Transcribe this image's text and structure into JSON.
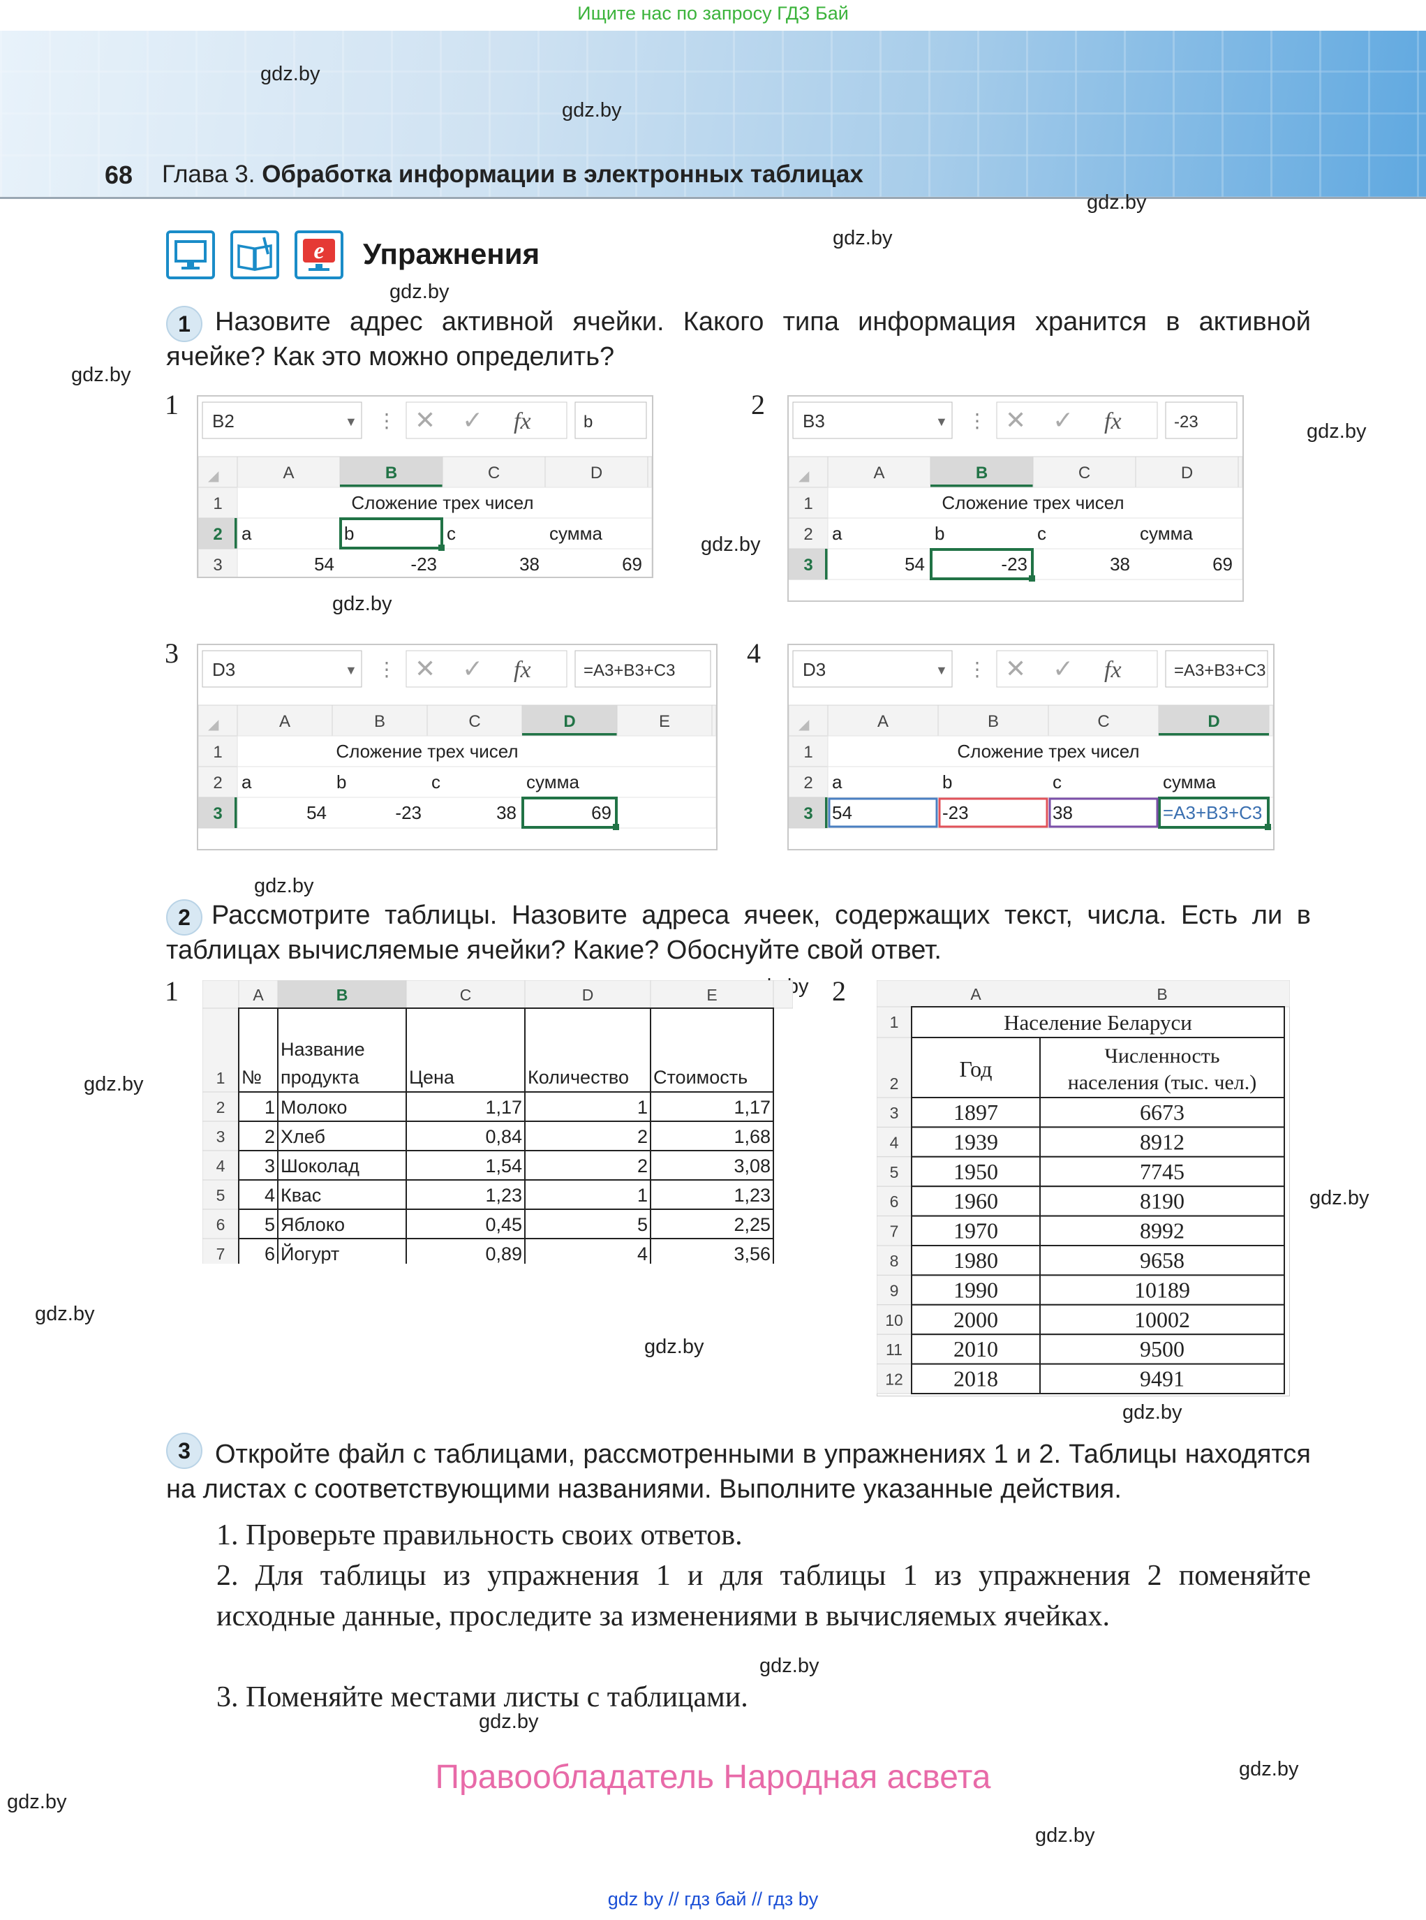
{
  "top_note": "Ищите нас по запросу ГДЗ Бай",
  "header": {
    "page_number": "68",
    "chapter_prefix": "Глава 3.",
    "chapter_title": "Обработка информации в электронных таблицах"
  },
  "watermark": "gdz.by",
  "section": {
    "title": "Упражнения",
    "icons": [
      "monitor-icon",
      "book-pen-icon",
      "e-learning-icon"
    ],
    "accent_color": "#1a8cc8"
  },
  "task1": {
    "number": "1",
    "text": "Назовите адрес активной ячейки. Какого типа информация хранится в активной ячейке? Как это можно определить?",
    "figures": [
      {
        "label": "1",
        "name_box": "B2",
        "formula": "b",
        "cols": [
          "A",
          "B",
          "C",
          "D"
        ],
        "active_col": "B",
        "active_row": "2",
        "rows": [
          [
            "1",
            "Сложение трех чисел"
          ],
          [
            "2",
            "a",
            "b",
            "c",
            "сумма"
          ],
          [
            "3",
            "54",
            "-23",
            "38",
            "69"
          ]
        ]
      },
      {
        "label": "2",
        "name_box": "B3",
        "formula": "-23",
        "cols": [
          "A",
          "B",
          "C",
          "D"
        ],
        "active_col": "B",
        "active_row": "3",
        "rows": [
          [
            "1",
            "Сложение трех чисел"
          ],
          [
            "2",
            "a",
            "b",
            "c",
            "сумма"
          ],
          [
            "3",
            "54",
            "-23",
            "38",
            "69"
          ]
        ]
      },
      {
        "label": "3",
        "name_box": "D3",
        "formula": "=A3+B3+C3",
        "cols": [
          "A",
          "B",
          "C",
          "D",
          "E"
        ],
        "active_col": "D",
        "active_row": "3",
        "rows": [
          [
            "1",
            "Сложение трех чисел"
          ],
          [
            "2",
            "a",
            "b",
            "c",
            "сумма"
          ],
          [
            "3",
            "54",
            "-23",
            "38",
            "69"
          ]
        ]
      },
      {
        "label": "4",
        "name_box": "D3",
        "formula": "=A3+B3+C3",
        "cols": [
          "A",
          "B",
          "C",
          "D"
        ],
        "active_col": "D",
        "active_row": "3",
        "rows": [
          [
            "1",
            "Сложение трех чисел"
          ],
          [
            "2",
            "a",
            "b",
            "c",
            "сумма"
          ],
          [
            "3",
            "54",
            "-23",
            "38",
            "=A3+B3+C3"
          ]
        ]
      }
    ],
    "fx_label": "fx"
  },
  "task2": {
    "number": "2",
    "text": "Рассмотрите таблицы. Назовите адреса ячеек, содержащих текст, числа. Есть ли в таблицах вычисляемые ячейки? Какие? Обоснуйте свой ответ.",
    "table1": {
      "label": "1",
      "cols": [
        "A",
        "B",
        "C",
        "D",
        "E"
      ],
      "header": [
        "№",
        "Название продукта",
        "Цена",
        "Количество",
        "Стоимость"
      ],
      "rows": [
        [
          "1",
          "Молоко",
          "1,17",
          "1",
          "1,17"
        ],
        [
          "2",
          "Хлеб",
          "0,84",
          "2",
          "1,68"
        ],
        [
          "3",
          "Шоколад",
          "1,54",
          "2",
          "3,08"
        ],
        [
          "4",
          "Квас",
          "1,23",
          "1",
          "1,23"
        ],
        [
          "5",
          "Яблоко",
          "0,45",
          "5",
          "2,25"
        ],
        [
          "6",
          "Йогурт",
          "0,89",
          "4",
          "3,56"
        ]
      ]
    },
    "table2": {
      "label": "2",
      "cols": [
        "A",
        "B"
      ],
      "title": "Население Беларуси",
      "header": [
        "Год",
        "Численность населения (тыс. чел.)"
      ],
      "rows": [
        [
          "1897",
          "6673"
        ],
        [
          "1939",
          "8912"
        ],
        [
          "1950",
          "7745"
        ],
        [
          "1960",
          "8190"
        ],
        [
          "1970",
          "8992"
        ],
        [
          "1980",
          "9658"
        ],
        [
          "1990",
          "10189"
        ],
        [
          "2000",
          "10002"
        ],
        [
          "2010",
          "9500"
        ],
        [
          "2018",
          "9491"
        ]
      ]
    }
  },
  "task3": {
    "number": "3",
    "text": "Откройте файл с таблицами, рассмотренными в упражнениях 1 и 2. Таблицы находятся на листах с соответствующими названиями. Выполните указанные действия.",
    "items": [
      "1. Проверьте правильность своих ответов.",
      "2. Для таблицы из упражнения 1 и для таблицы 1 из упражнения 2 поменяйте исходные данные, проследите за изменениями в вычисляемых ячейках.",
      "3. Поменяйте местами листы с таблицами."
    ]
  },
  "footer": {
    "copyright": "Правообладатель Народная асвета",
    "links": "gdz by  //  гдз бай  //  гдз by"
  }
}
